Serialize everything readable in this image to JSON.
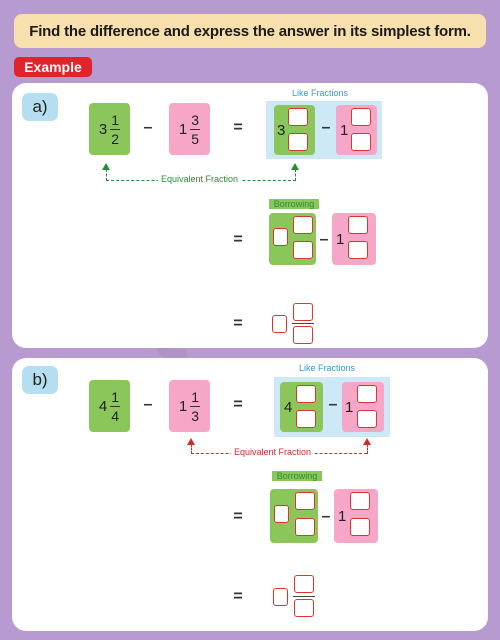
{
  "header": {
    "instruction": "Find the difference and express the answer in its simplest form."
  },
  "example_label": "Example",
  "captions": {
    "like_fractions": "Like Fractions",
    "equivalent_fraction": "Equivalent Fraction",
    "borrowing": "Borrowing"
  },
  "operators": {
    "minus": "–",
    "equals": "="
  },
  "problems": [
    {
      "label": "a)",
      "first": {
        "whole": "3",
        "num": "1",
        "den": "2"
      },
      "second": {
        "whole": "1",
        "num": "3",
        "den": "5"
      },
      "like": {
        "whole1": "3",
        "whole2": "1"
      },
      "borrow": {
        "whole2": "1"
      }
    },
    {
      "label": "b)",
      "first": {
        "whole": "4",
        "num": "1",
        "den": "4"
      },
      "second": {
        "whole": "1",
        "num": "1",
        "den": "3"
      },
      "like": {
        "whole1": "4",
        "whole2": "1"
      },
      "borrow": {
        "whole2": "1"
      }
    }
  ],
  "colors": {
    "green_card": "#8bc65a",
    "pink_card": "#f6a6c7",
    "input_border": "#d8382f",
    "like_box": "#cde9f7"
  }
}
